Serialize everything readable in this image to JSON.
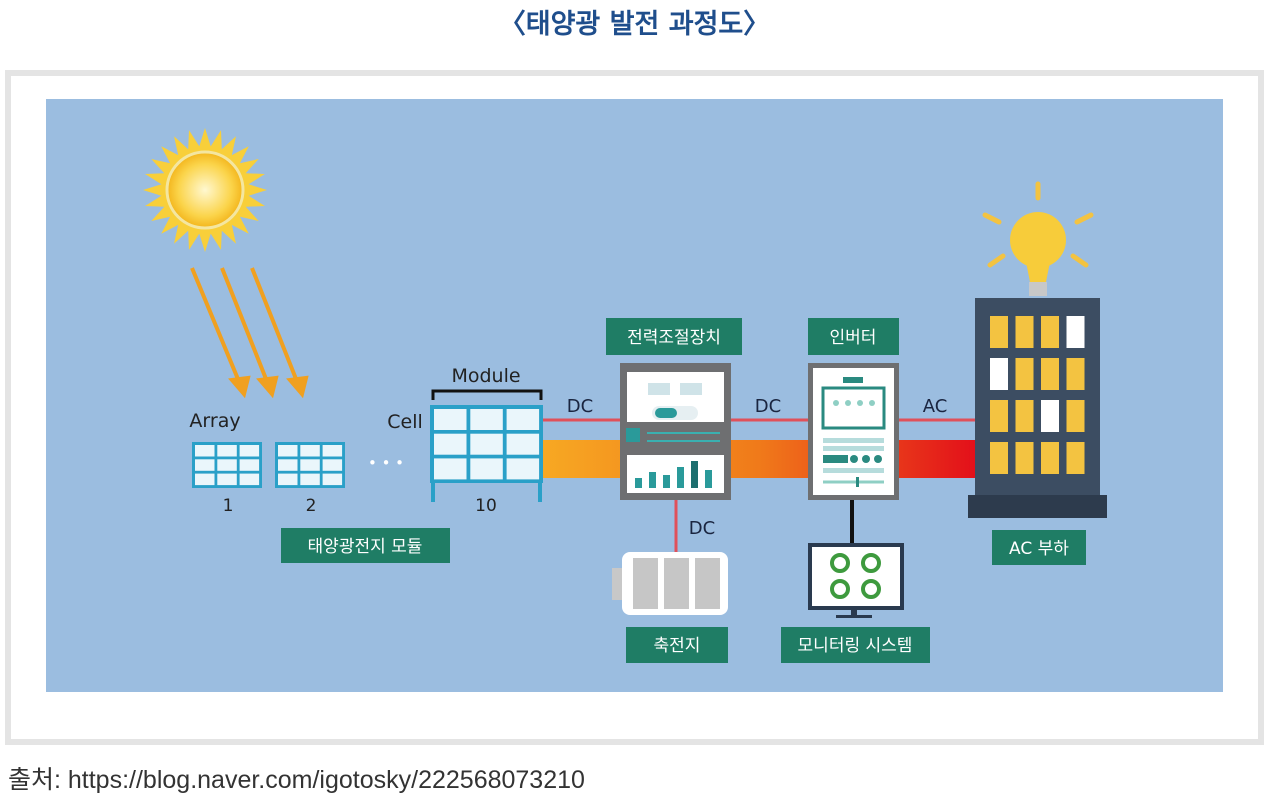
{
  "title": "〈태양광 발전 과정도〉",
  "diagram": {
    "array_label": "Array",
    "array_numbers": [
      "1",
      "2"
    ],
    "ellipsis": "• • •",
    "cell_label": "Cell",
    "module_label": "Module",
    "module_number": "10",
    "solar_module_label": "태양광전지 모듈",
    "pcs_label": "전력조절장치",
    "inverter_label": "인버터",
    "battery_label": "축전지",
    "monitoring_label": "모니터링 시스템",
    "load_label": "AC 부하",
    "dc_label_1": "DC",
    "dc_label_2": "DC",
    "dc_label_3": "DC",
    "ac_label": "AC"
  },
  "colors": {
    "background": "#9bbde0",
    "label_green": "#1f7d65",
    "title_blue": "#1f4e8c",
    "wire_red": "#e0505a",
    "building": "#3c4d62",
    "window_yellow": "#f3c341"
  },
  "source": "출처: https://blog.naver.com/igotosky/222568073210"
}
